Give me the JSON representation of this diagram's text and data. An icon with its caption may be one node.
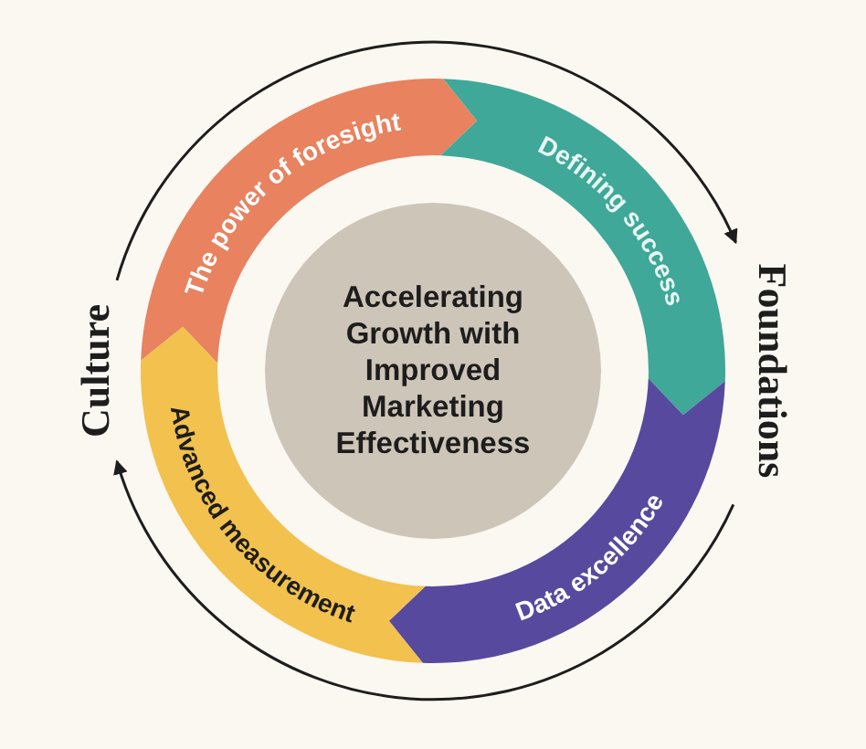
{
  "diagram": {
    "nodes": [
      {
        "text": [
          "Accelerating Growth with Improved Marketing Effectiveness"
        ]
      },
      {
        "text": [
          "The power of foresight"
        ]
      },
      {
        "text": [
          "Defining success"
        ]
      },
      {
        "text": [
          "Data excellence"
        ]
      },
      {
        "text": [
          "Advanced measurement"
        ]
      }
    ],
    "labels": [
      "Culture",
      "Foundations"
    ]
  }
}
